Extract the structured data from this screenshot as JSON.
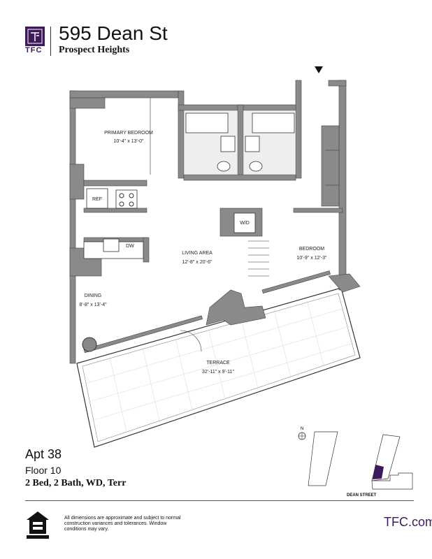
{
  "header": {
    "logo_text": "TFC",
    "title": "595 Dean St",
    "subtitle": "Prospect Heights"
  },
  "plan": {
    "rooms": [
      {
        "name": "PRIMARY BEDROOM",
        "dims": "10'-4\" x 13'-0\""
      },
      {
        "name": "LIVING AREA",
        "dims": "12'-8\" x 20'-6\""
      },
      {
        "name": "BEDROOM",
        "dims": "10'-9\" x 12'-3\""
      },
      {
        "name": "DINING",
        "dims": "8'-8\" x 13'-4\""
      },
      {
        "name": "TERRACE",
        "dims": "32'-11\" x 9'-11\""
      }
    ],
    "fixtures": {
      "ref": "REF",
      "dw": "DW",
      "wd": "W/D"
    },
    "entry_icon": "entry-arrow-icon",
    "north_label": "N"
  },
  "unit": {
    "apt": "Apt 38",
    "floor": "Floor 10",
    "summary": "2 Bed, 2 Bath, WD, Terr"
  },
  "keyplan": {
    "street": "DEAN STREET",
    "highlight_color": "#3d1a5b"
  },
  "footer": {
    "disclaimer": "All dimensions are approximate and subject to normal construction variances and tolerances. Window conditions may vary.",
    "site": "TFC.com",
    "eho_icon": "equal-housing-opportunity-icon"
  },
  "colors": {
    "brand": "#3d1a5b",
    "wall": "#8a8a8a"
  }
}
